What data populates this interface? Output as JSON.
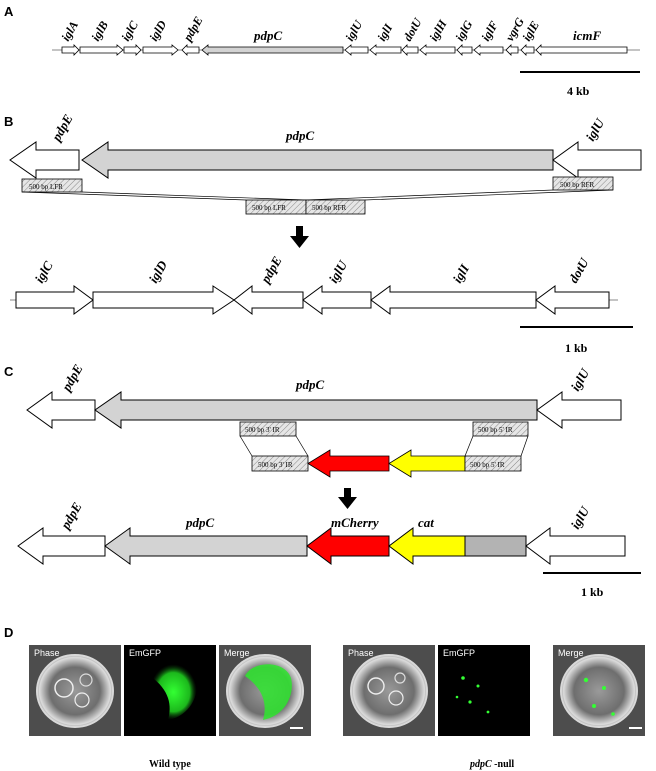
{
  "panels": {
    "a": {
      "letter": "A",
      "genes": [
        "iglA",
        "iglB",
        "iglC",
        "iglD",
        "pdpE",
        "pdpC",
        "iglU",
        "iglI",
        "dotU",
        "iglH",
        "iglG",
        "iglF",
        "vgrG",
        "iglE",
        "icmF"
      ],
      "scale": "4 kb"
    },
    "b": {
      "letter": "B",
      "top_genes": {
        "left": "pdpE",
        "center": "pdpC",
        "right": "iglU"
      },
      "flank_left": "500 bp LFR",
      "flank_right": "500 bp RFR",
      "merge_left": "500 bp LFR",
      "merge_right": "500 bp RFR",
      "bottom_genes": [
        "iglC",
        "iglD",
        "pdpE",
        "iglU",
        "iglI",
        "dotU"
      ],
      "scale": "1 kb"
    },
    "c": {
      "letter": "C",
      "top_genes": {
        "left": "pdpE",
        "center": "pdpC",
        "right": "iglU"
      },
      "box_3ir": "500 bp 3' IR",
      "box_5ir": "500 bp 5' IR",
      "cassette_left": "500 bp 3' IR",
      "cassette_right": "500 bp 5' IR",
      "bottom_genes": {
        "pdpE": "pdpE",
        "pdpC": "pdpC",
        "mCherry": "mCherry",
        "cat": "cat",
        "iglU": "iglU"
      },
      "colors": {
        "mCherry": "#ff0000",
        "cat": "#ffff00",
        "grey": "#b3b3b3"
      },
      "scale": "1 kb"
    },
    "d": {
      "letter": "D",
      "left_labels": [
        "Phase",
        "EmGFP",
        "Merge"
      ],
      "right_labels": [
        "Phase",
        "EmGFP",
        "Merge"
      ],
      "caption_left": "Wild type",
      "caption_right_italic": "pdpC",
      "caption_right_rest": " -null"
    }
  }
}
